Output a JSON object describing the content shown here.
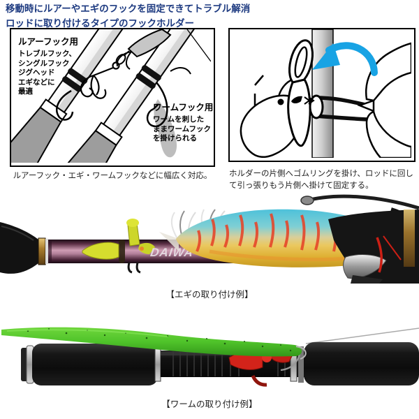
{
  "header": {
    "line1": "移動時にルアーやエギのフックを固定できてトラブル解消",
    "line2": "ロッドに取り付けるタイプのフックホルダー"
  },
  "diagram_hooks": {
    "lure_title": "ルアーフック用",
    "lure_lines": [
      "トレブルフック、",
      "シングルフック",
      "ジグヘッド",
      "エギなどに",
      "最適"
    ],
    "worm_title": "ワームフック用",
    "worm_lines": [
      "ワームを刺した",
      "ままワームフック",
      "を掛けられる"
    ],
    "caption": "ルアーフック・エギ・ワームフックなどに幅広く対応。"
  },
  "diagram_attach": {
    "caption": "ホルダーの片側へゴムリングを掛け、ロッドに回して引っ張りもう片側へ掛けて固定する。"
  },
  "photo_egi": {
    "rod_logo": "DAIWA",
    "caption": "【エギの取り付け例】"
  },
  "photo_worm": {
    "caption": "【ワームの取り付け例】"
  },
  "colors": {
    "header_text": "#1d3a80",
    "arrow_blue": "#18a3e4",
    "holder_yellow": "#d6dd2e",
    "holder_red": "#d3231a",
    "worm_green": "#4fc32a",
    "rod_purple": "#b3809a"
  }
}
